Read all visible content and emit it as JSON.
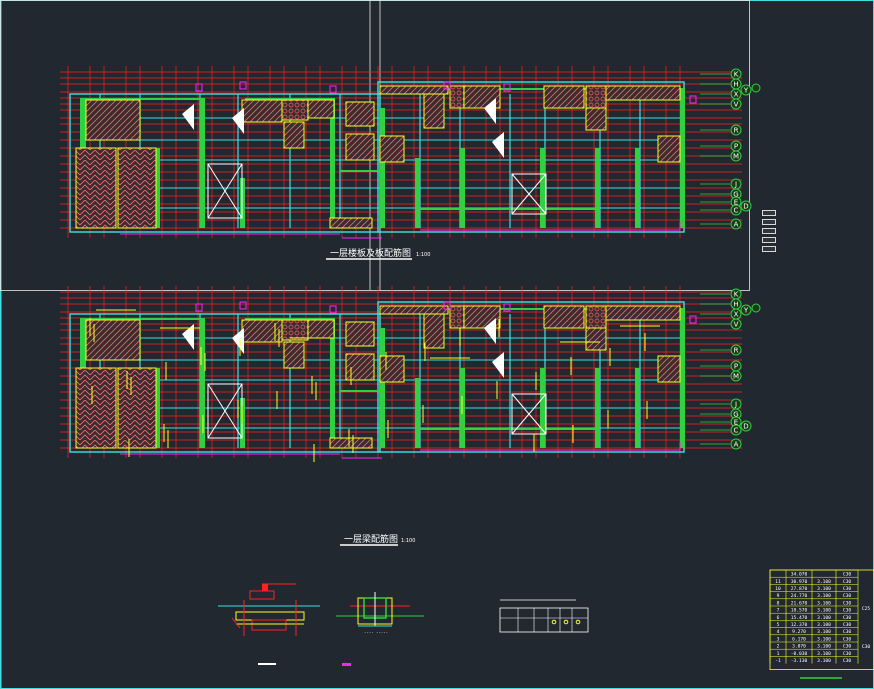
{
  "drawing": {
    "plan_top_title": "一层楼板及板配筋图",
    "plan_top_scale": "1:100",
    "plan_bottom_title": "一层梁配筋图",
    "plan_bottom_scale": "1:100"
  },
  "axis_bubbles_top": [
    "K",
    "H",
    "X",
    "V",
    "R",
    "P",
    "M",
    "J",
    "G",
    "E",
    "C",
    "A",
    "Y",
    "D"
  ],
  "axis_bubbles_bottom": [
    "K",
    "H",
    "X",
    "V",
    "R",
    "P",
    "M",
    "J",
    "G",
    "E",
    "C",
    "A",
    "Y",
    "D"
  ],
  "level_table": {
    "rows": [
      {
        "n": "",
        "elev": "34.070",
        "h": "",
        "c": "C30"
      },
      {
        "n": "11",
        "elev": "30.970",
        "h": "3.100",
        "c": "C30"
      },
      {
        "n": "10",
        "elev": "27.870",
        "h": "3.100",
        "c": "C30"
      },
      {
        "n": "9",
        "elev": "24.770",
        "h": "3.100",
        "c": "C30"
      },
      {
        "n": "8",
        "elev": "21.670",
        "h": "3.100",
        "c": "C30"
      },
      {
        "n": "7",
        "elev": "18.570",
        "h": "3.100",
        "c": "C30"
      },
      {
        "n": "6",
        "elev": "15.470",
        "h": "3.100",
        "c": "C30"
      },
      {
        "n": "5",
        "elev": "12.370",
        "h": "3.100",
        "c": "C30"
      },
      {
        "n": "4",
        "elev": "9.270",
        "h": "3.100",
        "c": "C30"
      },
      {
        "n": "3",
        "elev": "6.170",
        "h": "3.100",
        "c": "C30"
      },
      {
        "n": "2",
        "elev": "3.070",
        "h": "3.100",
        "c": "C30"
      },
      {
        "n": "1",
        "elev": "-0.030",
        "h": "3.100",
        "c": "C30"
      },
      {
        "n": "-1",
        "elev": "-3.130",
        "h": "3.100",
        "c": "C30"
      }
    ],
    "side_labels": [
      "C25",
      "C30"
    ]
  },
  "colors": {
    "background": "#212830",
    "red": "#ff2020",
    "cyan": "#40e0e0",
    "green": "#30d040",
    "yellow": "#ffff20",
    "magenta": "#ff20ff",
    "white": "#ffffff",
    "hatch": "#ff6060"
  }
}
